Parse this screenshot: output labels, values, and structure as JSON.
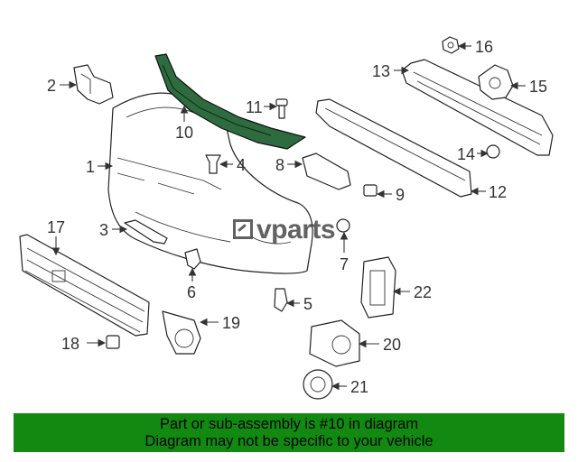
{
  "diagram": {
    "callouts": [
      "1",
      "2",
      "3",
      "4",
      "5",
      "6",
      "7",
      "9",
      "10",
      "11",
      "12",
      "13",
      "14",
      "15",
      "16",
      "17",
      "18",
      "19",
      "20",
      "21",
      "22"
    ],
    "highlight_color": "#2e6b3f"
  },
  "logo": {
    "text": "vparts"
  },
  "banner": {
    "line1": "Part or sub-assembly is #10 in diagram",
    "line2": "Diagram may not be specific to your vehicle",
    "background": "#128a12"
  }
}
